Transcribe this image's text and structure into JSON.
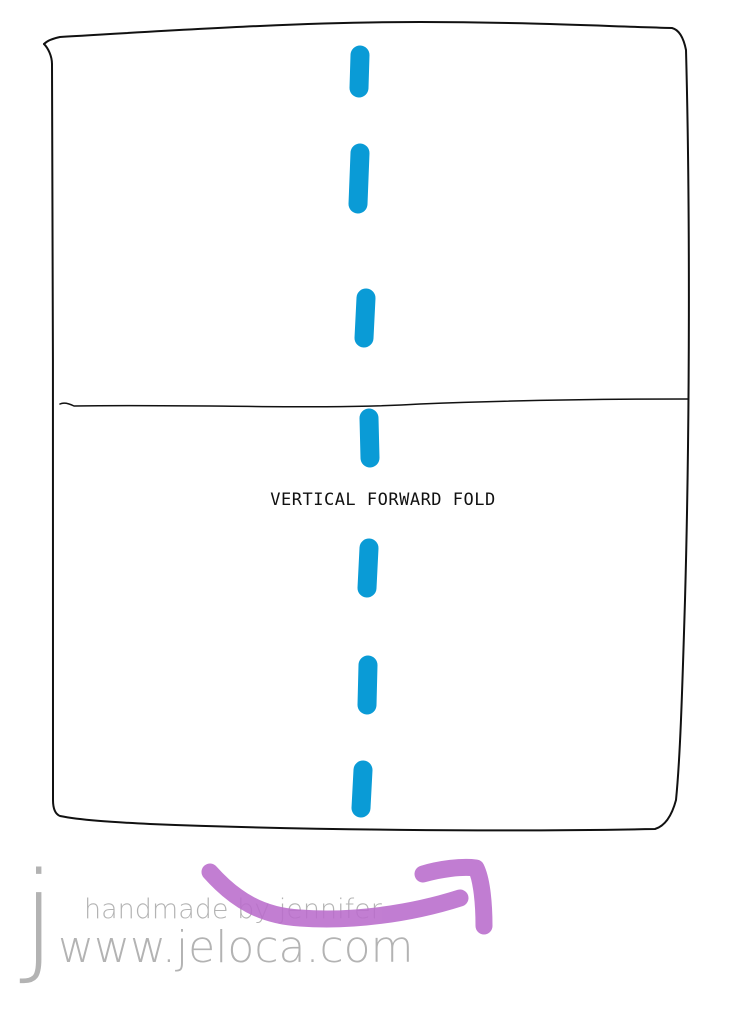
{
  "diagram": {
    "fold_label": "VERTICAL FORWARD FOLD",
    "colors": {
      "outline": "#111111",
      "fold_line": "#0a9bd6",
      "arrow": "#b96ccc",
      "watermark": "#b3b3b3",
      "background": "#ffffff"
    }
  },
  "watermark": {
    "initial": "j",
    "tagline": "handmade by jennifer",
    "url": "www.jeloca.com"
  }
}
